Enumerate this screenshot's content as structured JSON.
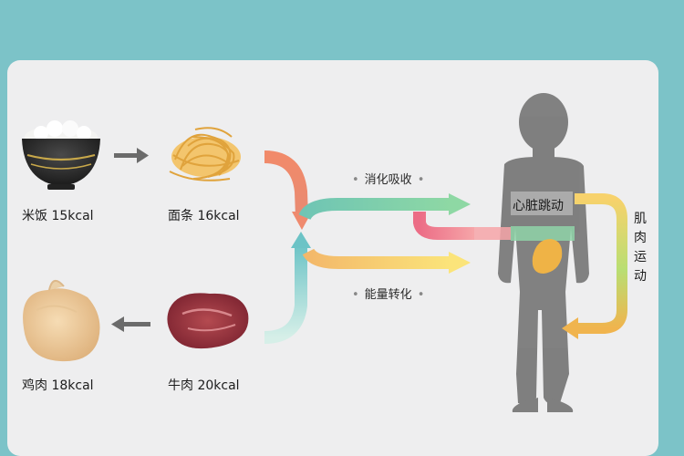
{
  "foods": {
    "rice": "米饭 15kcal",
    "noodles": "面条 16kcal",
    "chicken": "鸡肉 18kcal",
    "beef": "牛肉 20kcal"
  },
  "processes": {
    "digestion": "消化吸收",
    "energy": "能量转化"
  },
  "body": {
    "heart": "心脏跳动",
    "muscle": "肌肉运动"
  }
}
